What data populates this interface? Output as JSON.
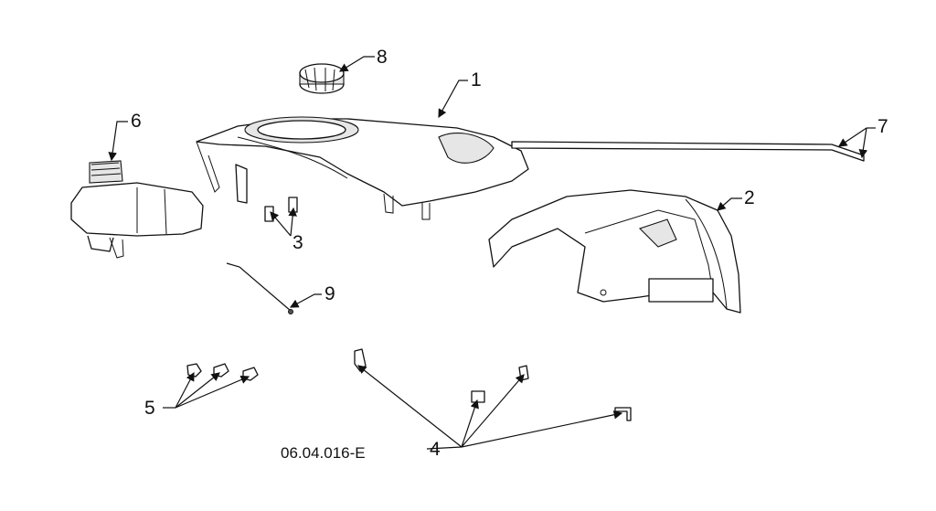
{
  "diagram": {
    "drawing_code": "06.04.016-E",
    "callouts": [
      "1",
      "2",
      "3",
      "4",
      "5",
      "6",
      "7",
      "8",
      "9"
    ]
  }
}
